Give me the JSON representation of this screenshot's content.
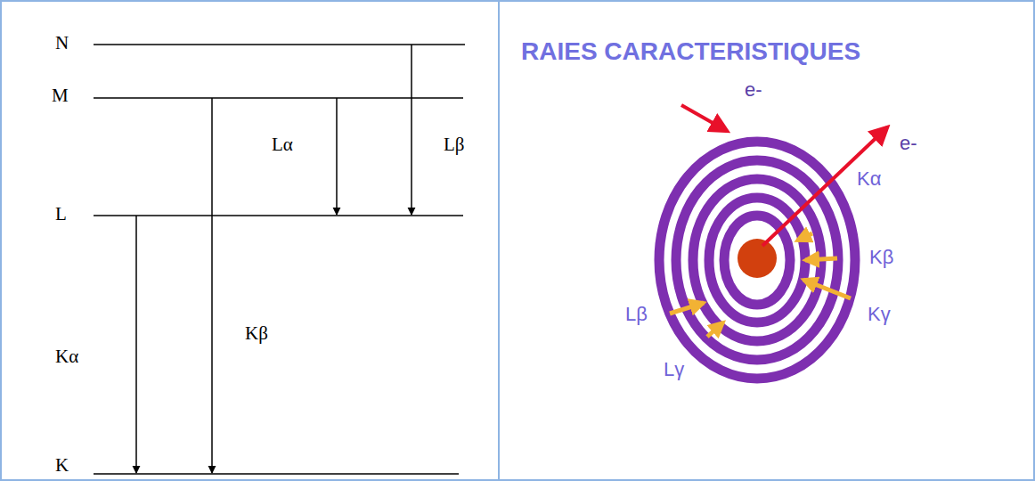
{
  "diagram": {
    "title": "RAIES CARACTERISTIQUES",
    "labels": [
      "N",
      "M",
      "Lα",
      "Lβ",
      "L",
      "Kα",
      "Kβ",
      "K",
      "e-",
      "e-",
      "Kα",
      "Kβ",
      "Kγ",
      "Lβ",
      "Lγ"
    ]
  }
}
